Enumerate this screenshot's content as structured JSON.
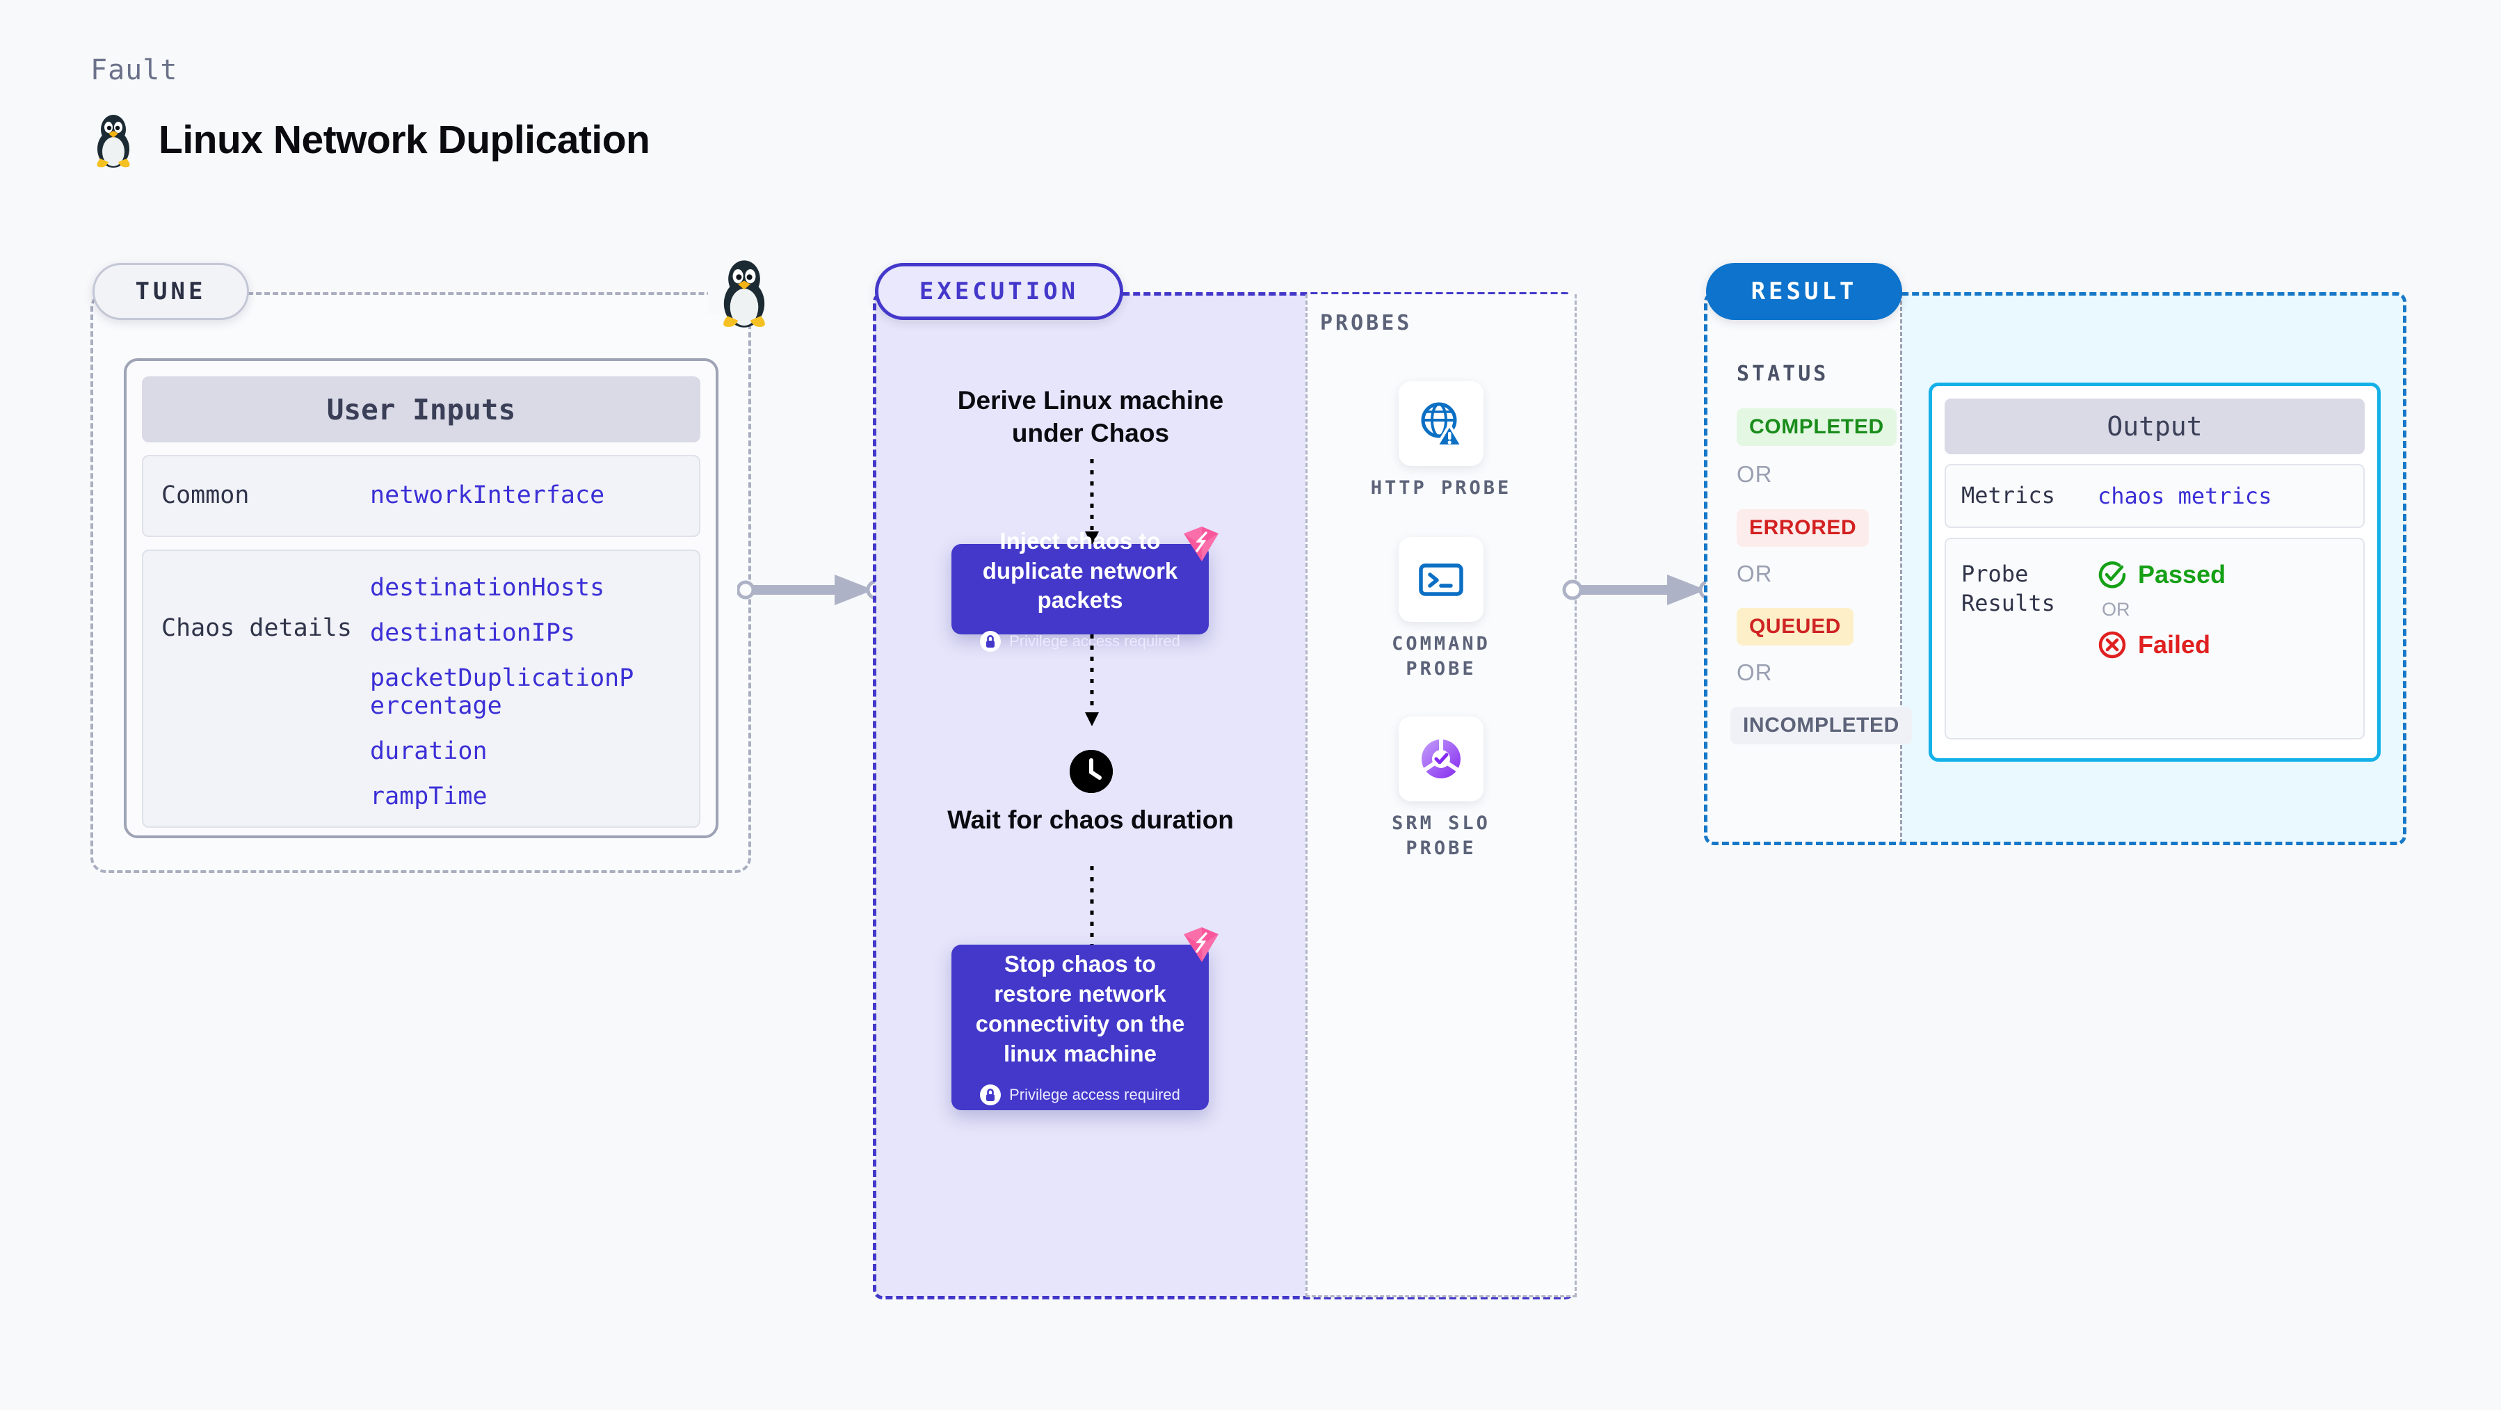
{
  "header": {
    "kicker": "Fault",
    "title": "Linux Network Duplication",
    "logo_icon": "linux-penguin-icon"
  },
  "tune": {
    "pill_label": "TUNE",
    "tux_icon": "linux-penguin-icon",
    "card_title": "User Inputs",
    "groups": [
      {
        "label": "Common",
        "values": [
          "networkInterface"
        ]
      },
      {
        "label": "Chaos details",
        "values": [
          "destinationHosts",
          "destinationIPs",
          "packetDuplicationPercentage",
          "duration",
          "rampTime"
        ]
      }
    ]
  },
  "execution": {
    "pill_label": "EXECUTION",
    "steps": [
      {
        "type": "label",
        "text": "Derive Linux machine under Chaos"
      },
      {
        "type": "box",
        "text": "Inject chaos to duplicate network packets",
        "note": "Privilege access required",
        "note_icon": "lock-icon",
        "badge_icon": "harness-logo-icon"
      },
      {
        "type": "wait",
        "text": "Wait for chaos duration",
        "icon": "clock-icon"
      },
      {
        "type": "box",
        "text": "Stop chaos to restore network connectivity on the linux machine",
        "note": "Privilege access required",
        "note_icon": "lock-icon",
        "badge_icon": "harness-logo-icon"
      }
    ]
  },
  "probes": {
    "title": "PROBES",
    "items": [
      {
        "label": "HTTP PROBE",
        "icon": "globe-warning-icon"
      },
      {
        "label": "COMMAND PROBE",
        "icon": "terminal-prompt-icon"
      },
      {
        "label": "SRM SLO PROBE",
        "icon": "slo-donut-check-icon"
      }
    ]
  },
  "result": {
    "pill_label": "RESULT",
    "status_title": "STATUS",
    "or_label": "OR",
    "statuses": [
      {
        "label": "COMPLETED",
        "bg": "#e3f7e3",
        "fg": "#1a8c1a"
      },
      {
        "label": "ERRORED",
        "bg": "#fdecec",
        "fg": "#d32020"
      },
      {
        "label": "QUEUED",
        "bg": "#fdefc8",
        "fg": "#cf2424"
      },
      {
        "label": "INCOMPLETED",
        "bg": "#f0f1f6",
        "fg": "#5c6379"
      }
    ],
    "output": {
      "title": "Output",
      "metrics_label": "Metrics",
      "metrics_value": "chaos metrics",
      "probe_label": "Probe Results",
      "passed_label": "Passed",
      "failed_label": "Failed",
      "or_label": "OR",
      "passed_icon": "check-circle-icon",
      "failed_icon": "x-circle-icon"
    }
  },
  "colors": {
    "tune_border": "#a9aec0",
    "execution_accent": "#4338ca",
    "execution_fill": "#e6e5fb",
    "result_accent": "#1678c8",
    "output_accent": "#14b0e8",
    "link_text": "#3b2fd6",
    "harness_pink": "#fa6eaa"
  }
}
